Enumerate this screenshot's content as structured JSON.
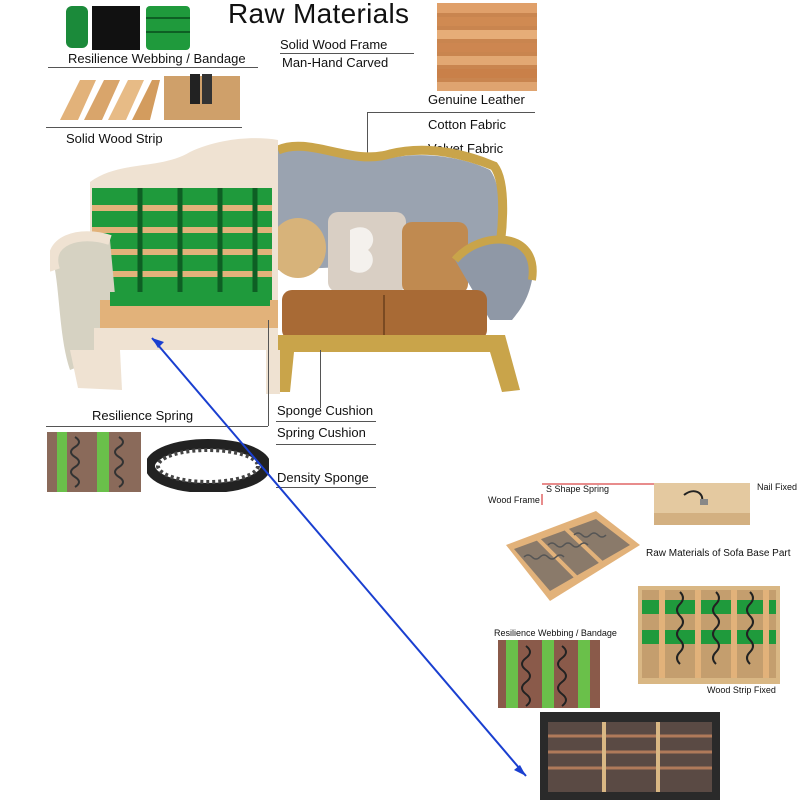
{
  "title": "Raw Materials",
  "labels": {
    "webbing": "Resilience Webbing / Bandage",
    "frame": "Solid Wood Frame",
    "carved": "Man-Hand Carved",
    "leather": "Genuine Leather",
    "cotton": "Cotton Fabric",
    "velvet": "Velvet Fabric",
    "strip": "Solid Wood Strip",
    "spring": "Resilience Spring",
    "sponge_cushion": "Sponge Cushion",
    "spring_cushion": "Spring Cushion",
    "density": "Density Sponge"
  },
  "base_labels": {
    "wood_frame": "Wood Frame",
    "s_spring": "S Shape Spring",
    "nail": "Nail Fixed",
    "base_title": "Raw Materials of Sofa Base Part",
    "webbing": "Resilience Webbing / Bandage",
    "wood_strip": "Wood Strip Fixed"
  },
  "colors": {
    "webbing_green": "#1f9a3c",
    "wood": "#e2b27a",
    "gold": "#c9a44a",
    "fabric_grey": "#8f98a6",
    "leather": "#b0733c",
    "arrow_blue": "#1a3fd0",
    "arrow_red": "#d01818"
  }
}
